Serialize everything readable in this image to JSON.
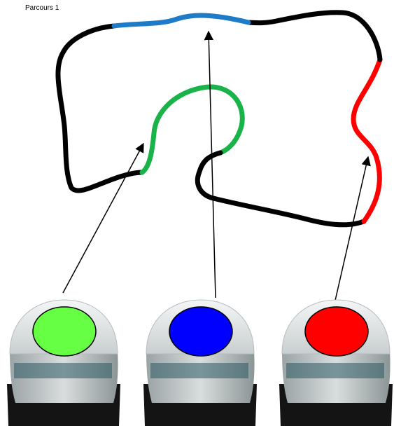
{
  "title": "Parcours 1",
  "colors": {
    "track_black": "#000000",
    "track_blue": "#1e7bc8",
    "track_green": "#19b34a",
    "track_red": "#ff0000",
    "robot_green_button": "#66ff44",
    "robot_blue_button": "#0000ff",
    "robot_red_button": "#ff0000"
  },
  "robots": [
    {
      "name": "robot-green",
      "button_color": "#66ff44"
    },
    {
      "name": "robot-blue",
      "button_color": "#0000ff"
    },
    {
      "name": "robot-red",
      "button_color": "#ff0000"
    }
  ]
}
